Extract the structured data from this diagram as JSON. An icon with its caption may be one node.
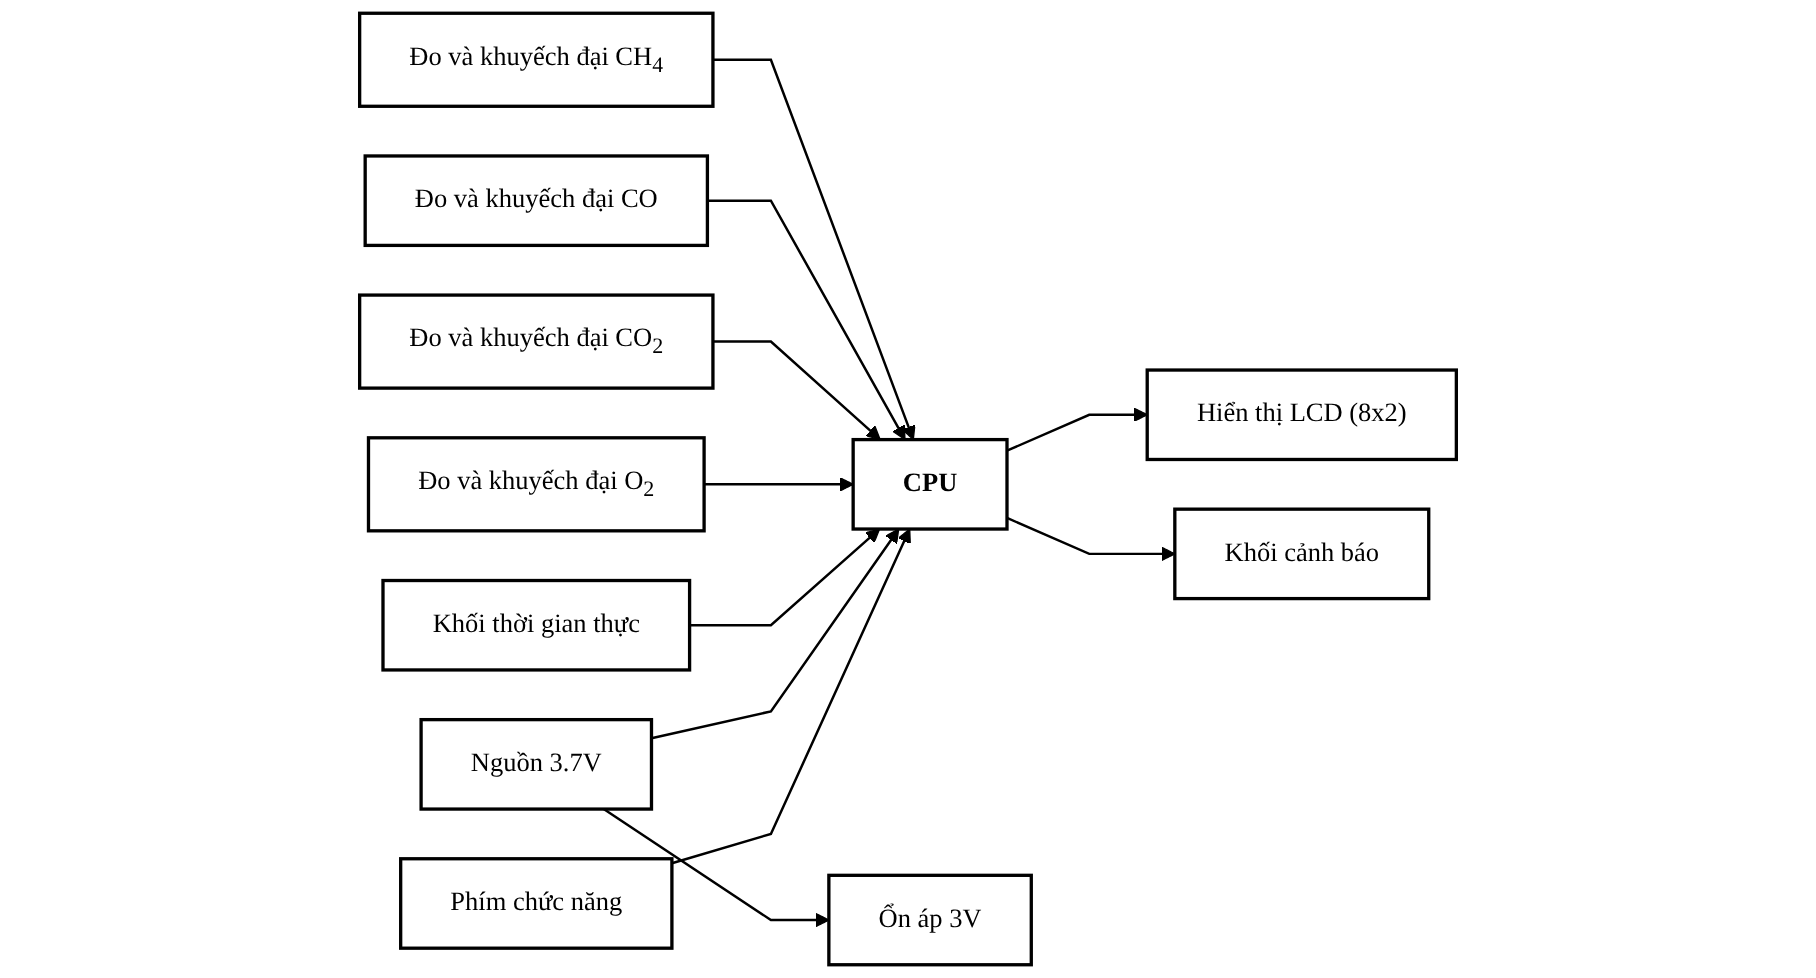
{
  "diagram": {
    "nodes": [
      {
        "text": [
          "Hiển thị LCD (8x2)"
        ]
      },
      {
        "text": [
          "Đo và khuyếch đại CH$_{4}$"
        ]
      },
      {
        "text": [
          "Khối thời gian thực"
        ]
      },
      {
        "text": [
          "Đo và khuyếch đại CO"
        ]
      },
      {
        "text": [
          "CPU"
        ]
      },
      {
        "text": [
          "Ổn áp 3V"
        ]
      },
      {
        "text": [
          "Đo và khuyếch đại CO$_{2}$"
        ]
      },
      {
        "text": [
          "Đo và khuyếch đại O$_{2}$"
        ]
      },
      {
        "text": [
          "Nguồn 3.7V"
        ]
      },
      {
        "text": [
          "Phím chức năng"
        ]
      },
      {
        "text": [
          "Khối cảnh báo"
        ]
      }
    ],
    "edges": [
      {
        "from": 1,
        "to": 4,
        "arrow": "to"
      },
      {
        "from": 3,
        "to": 4,
        "arrow": "to"
      },
      {
        "from": 6,
        "to": 4,
        "arrow": "to"
      },
      {
        "from": 7,
        "to": 4,
        "arrow": "to"
      },
      {
        "from": 4,
        "to": 0,
        "arrow": "to"
      },
      {
        "from": 2,
        "to": 4,
        "arrow": "to"
      },
      {
        "from": 8,
        "to": 4,
        "arrow": "to"
      },
      {
        "from": 8,
        "to": 5,
        "arrow": "to"
      },
      {
        "from": 9,
        "to": 4,
        "arrow": "to"
      },
      {
        "from": 4,
        "to": 10,
        "arrow": "to"
      }
    ]
  }
}
